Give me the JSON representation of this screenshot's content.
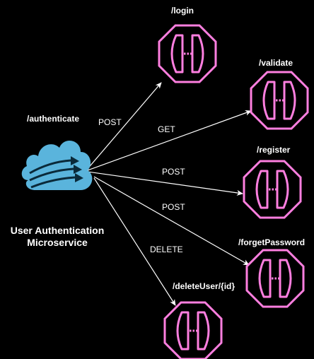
{
  "service": {
    "label": "/authenticate",
    "title_line1": "User Authentication",
    "title_line2": "Microservice",
    "icon": "cloud-sync-icon",
    "icon_color": "#5ab4dc"
  },
  "endpoint_color": "#ff7fe0",
  "arrow_color": "#ffffff",
  "endpoints": [
    {
      "id": "login",
      "label": "/login",
      "method": "POST"
    },
    {
      "id": "validate",
      "label": "/validate",
      "method": "GET"
    },
    {
      "id": "register",
      "label": "/register",
      "method": "POST"
    },
    {
      "id": "forget-password",
      "label": "/forgetPassword",
      "method": "POST"
    },
    {
      "id": "delete-user",
      "label": "/deleteUser/{id}",
      "method": "DELETE"
    }
  ]
}
